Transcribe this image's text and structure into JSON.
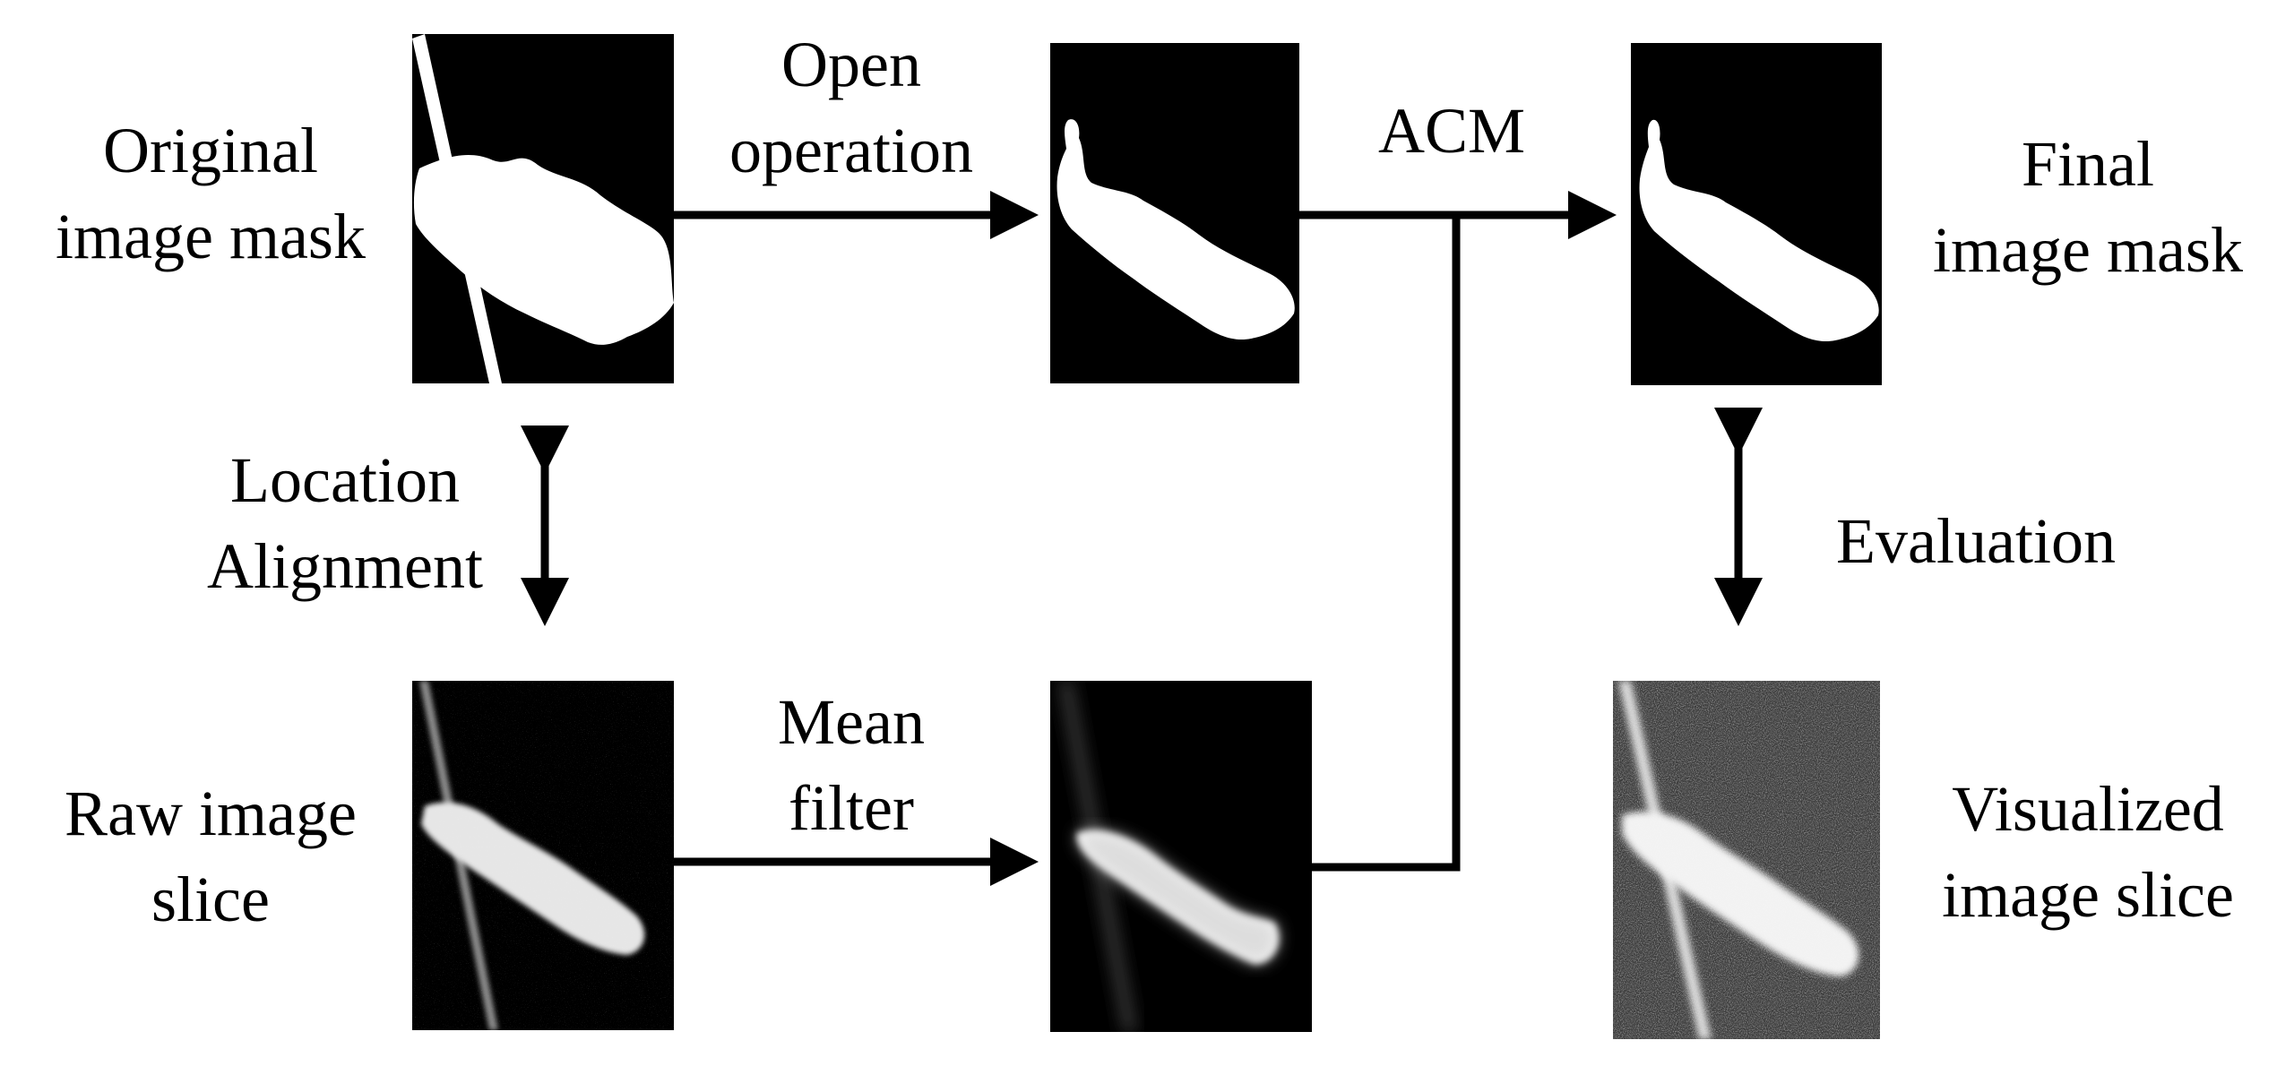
{
  "nodes": {
    "original_mask": {
      "line1": "Original",
      "line2": "image mask"
    },
    "raw_slice": {
      "line1": "Raw image",
      "line2": "slice"
    },
    "final_mask": {
      "line1": "Final",
      "line2": "image mask"
    },
    "visualized_slice": {
      "line1": "Visualized",
      "line2": "image slice"
    }
  },
  "edges": {
    "open_operation": {
      "line1": "Open",
      "line2": "operation"
    },
    "acm": {
      "line1": "ACM"
    },
    "location_alignment": {
      "line1": "Location",
      "line2": "Alignment"
    },
    "mean_filter": {
      "line1": "Mean",
      "line2": "filter"
    },
    "evaluation": {
      "line1": "Evaluation"
    }
  },
  "colors": {
    "background": "#ffffff",
    "ink": "#000000",
    "mask": "#ffffff"
  }
}
